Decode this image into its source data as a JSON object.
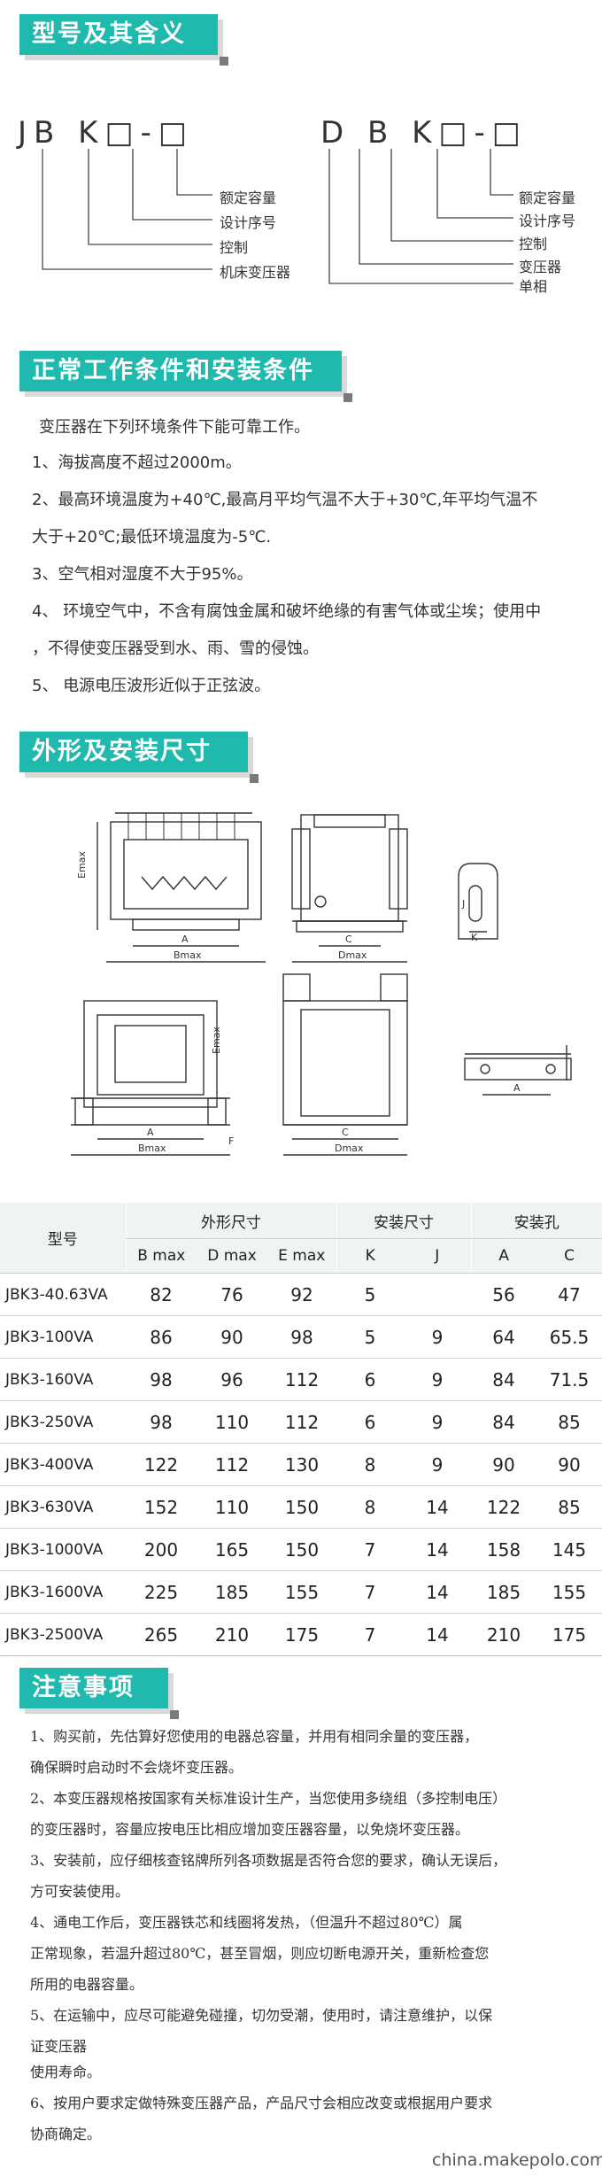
{
  "sections": {
    "model": "型号及其含义",
    "conditions": "正常工作条件和安装条件",
    "dimensions": "外形及安装尺寸",
    "notes": "注意事项"
  },
  "model_left": {
    "code": "JB K□-□",
    "labels": [
      "额定容量",
      "设计序号",
      "控制",
      "机床变压器"
    ]
  },
  "model_right": {
    "code": "D B K□-□",
    "labels": [
      "额定容量",
      "设计序号",
      "控制",
      "变压器",
      "单相"
    ]
  },
  "conditions": {
    "intro": "变压器在下列环境条件下能可靠工作。",
    "items": [
      "1、海拔高度不超过2000m。",
      "2、最高环境温度为+40℃,最高月平均气温不大于+30℃,年平均气温不",
      "大于+20℃;最低环境温度为-5℃.",
      "3、空气相对湿度不大于95%。",
      "4、 环境空气中，不含有腐蚀金属和破坏绝缘的有害气体或尘埃；使用中",
      "，不得使变压器受到水、雨、雪的侵蚀。",
      "5、 电源电压波形近似于正弦波。"
    ]
  },
  "drawing_labels": {
    "emax": "Emax",
    "bmax": "Bmax",
    "dmax": "Dmax",
    "a": "A",
    "c": "C",
    "j": "J",
    "k": "K",
    "f": "F"
  },
  "table": {
    "header_model": "型号",
    "groups": [
      "外形尺寸",
      "安装尺寸",
      "安装孔"
    ],
    "columns": [
      "B max",
      "D max",
      "E max",
      "K",
      "J",
      "A",
      "C"
    ],
    "rows": [
      [
        "JBK3-40.63VA",
        "82",
        "76",
        "92",
        "5",
        "",
        "56",
        "47"
      ],
      [
        "JBK3-100VA",
        "86",
        "90",
        "98",
        "5",
        "9",
        "64",
        "65.5"
      ],
      [
        "JBK3-160VA",
        "98",
        "96",
        "112",
        "6",
        "9",
        "84",
        "71.5"
      ],
      [
        "JBK3-250VA",
        "98",
        "110",
        "112",
        "6",
        "9",
        "84",
        "85"
      ],
      [
        "JBK3-400VA",
        "122",
        "112",
        "130",
        "8",
        "9",
        "90",
        "90"
      ],
      [
        "JBK3-630VA",
        "152",
        "110",
        "150",
        "8",
        "14",
        "122",
        "85"
      ],
      [
        "JBK3-1000VA",
        "200",
        "165",
        "150",
        "7",
        "14",
        "158",
        "145"
      ],
      [
        "JBK3-1600VA",
        "225",
        "185",
        "155",
        "7",
        "14",
        "185",
        "155"
      ],
      [
        "JBK3-2500VA",
        "265",
        "210",
        "175",
        "7",
        "14",
        "210",
        "175"
      ]
    ]
  },
  "notes": [
    "1、购买前，先估算好您使用的电器总容量，并用有相同余量的变压器，",
    "确保瞬时启动时不会烧坏变压器。",
    "2、本变压器规格按国家有关标准设计生产，当您使用多绕组（多控制电压）",
    "的变压器时，容量应按电压比相应增加变压器容量，以免烧坏变压器。",
    "3、安装前，应仔细核查铭牌所列各项数据是否符合您的要求，确认无误后，",
    "方可安装使用。",
    "4、通电工作后，变压器铁芯和线圈将发热，（但温升不超过80℃）属",
    "正常现象，若温升超过80℃，甚至冒烟，则应切断电源开关，重新检查您",
    "所用的电器容量。",
    "5、在运输中，应尽可能避免碰撞，切勿受潮，使用时，请注意维护，以保",
    "证变压器",
    "使用寿命。",
    "6、按用户要求定做特殊变压器产品，产品尺寸会相应改变或根据用户要求",
    "协商确定。"
  ],
  "footer": "china.makepolo.com",
  "colors": {
    "accent": "#1fb9ad",
    "header_bg": "#eef3f4"
  }
}
